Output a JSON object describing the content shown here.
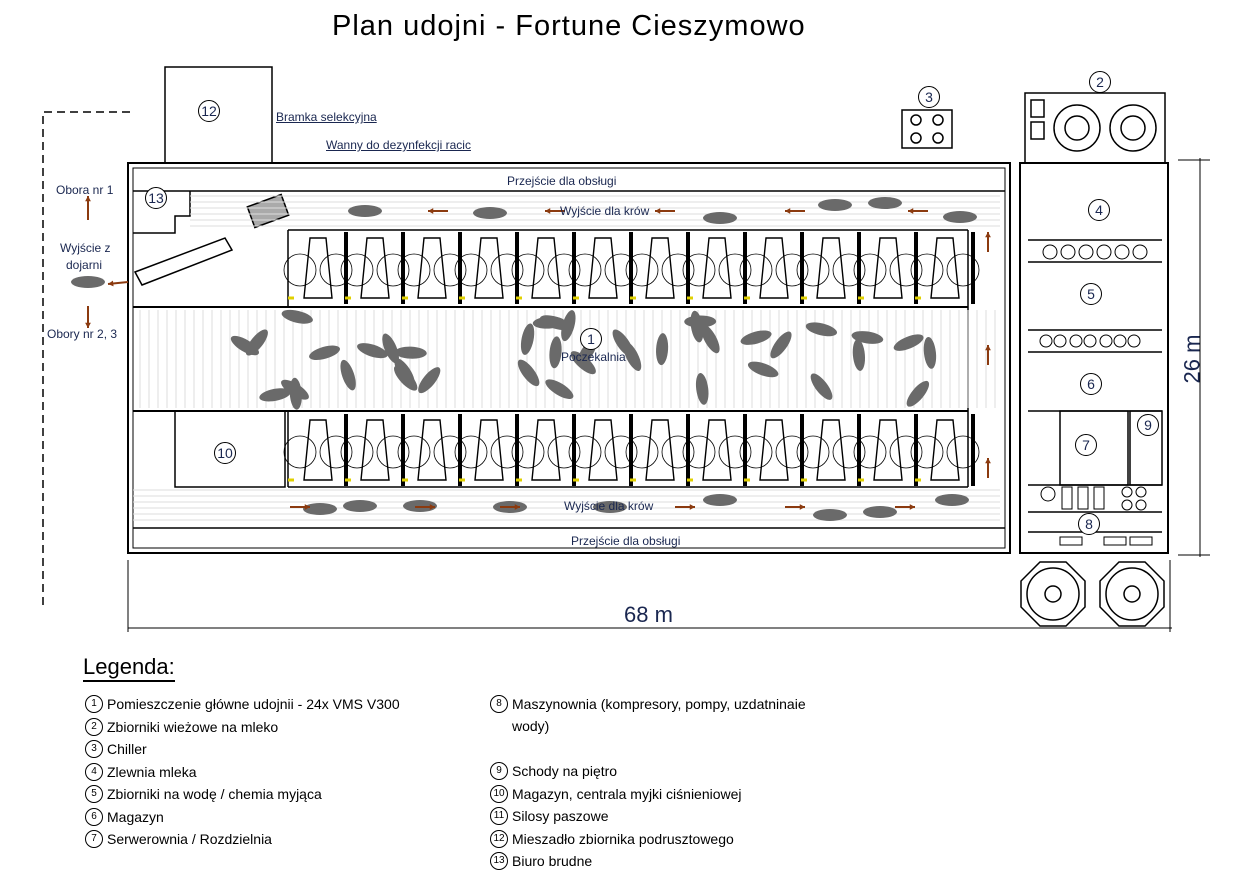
{
  "title": "Plan udojni - Fortune Cieszymowo",
  "labels": {
    "bramka": "Bramka selekcyjna",
    "wanny": "Wanny do dezynfekcji racic",
    "przejscie_top": "Przejście dla obsługi",
    "przejscie_bottom": "Przejście dla obsługi",
    "wyjscie_top": "Wyjście dla krów",
    "wyjscie_bottom": "Wyjście dla krów",
    "poczekalnia": "Poczekalnia",
    "obora1": "Obora nr 1",
    "wyjscie_z_1": "Wyjście z",
    "wyjscie_z_2": "dojarni",
    "obory23": "Obory nr 2, 3"
  },
  "rooms": {
    "r1": "1",
    "r2": "2",
    "r3": "3",
    "r4": "4",
    "r5": "5",
    "r6": "6",
    "r7": "7",
    "r8": "8",
    "r9": "9",
    "r10": "10",
    "r12": "12",
    "r13": "13"
  },
  "dimensions": {
    "width": "68 m",
    "height": "26 m"
  },
  "legend": {
    "title": "Legenda:",
    "items": [
      {
        "n": "1",
        "text": "Pomieszczenie główne udojnii - 24x VMS V300"
      },
      {
        "n": "2",
        "text": "Zbiorniki wieżowe na mleko"
      },
      {
        "n": "3",
        "text": "Chiller"
      },
      {
        "n": "4",
        "text": "Zlewnia mleka"
      },
      {
        "n": "5",
        "text": "Zbiorniki na wodę / chemia myjąca"
      },
      {
        "n": "6",
        "text": "Magazyn"
      },
      {
        "n": "7",
        "text": "Serwerownia / Rozdzielnia"
      },
      {
        "n": "8",
        "text": "Maszynownia (kompresory, pompy, uzdatninaie wody)"
      },
      {
        "n": "9",
        "text": "Schody na piętro"
      },
      {
        "n": "10",
        "text": "Magazyn, centrala myjki ciśnieniowej"
      },
      {
        "n": "11",
        "text": "Silosy paszowe"
      },
      {
        "n": "12",
        "text": "Mieszadło zbiornika podrusztowego"
      },
      {
        "n": "13",
        "text": "Biuro brudne"
      }
    ]
  },
  "colors": {
    "arrow": "#8b3a0f",
    "text": "#1a2750",
    "cow": "#6a6a6a",
    "yellow": "#e0d000"
  }
}
